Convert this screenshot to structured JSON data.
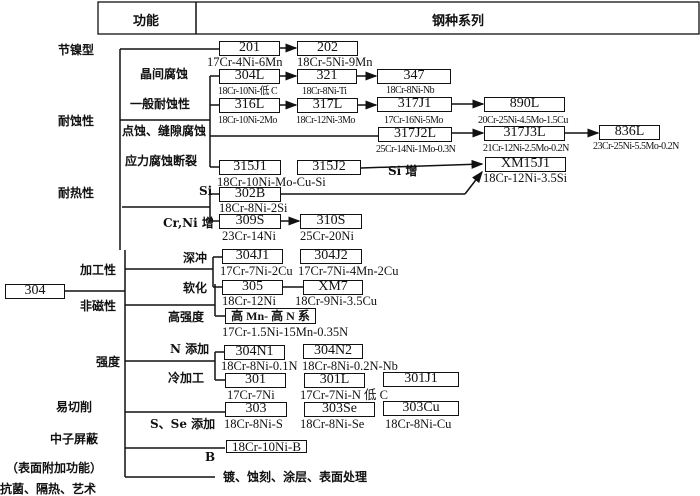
{
  "header": {
    "function": "功能",
    "series": "钢种系列"
  },
  "functions": {
    "ni_saving": "节镍型",
    "corrosion": "耐蚀性",
    "heat": "耐热性",
    "workability": "加工性",
    "nonmagnetic": "非磁性",
    "strength": "强度",
    "free_cutting": "易切削",
    "neutron": "中子屏蔽",
    "surface": "（表面附加功能）",
    "surface_items": "抗菌、隔热、艺术"
  },
  "sub": {
    "intergranular": "晶间腐蚀",
    "general": "一般耐蚀性",
    "pitting": "点蚀、缝隙腐蚀",
    "scc": "应力腐蚀断裂",
    "si": "Si",
    "crni": "Cr,Ni 增",
    "deep_draw": "深冲",
    "soften": "软化",
    "high_strength": "高强度",
    "n_add": "N 添加",
    "cold_work": "冷加工",
    "s_se": "S、Se 添加",
    "b": "B",
    "si_inc": "Si 增",
    "surface_proc": "镀、蚀刻、涂层、表面处理"
  },
  "grades": {
    "g304": "304",
    "g201": "201",
    "g202": "202",
    "g304L": "304L",
    "g321": "321",
    "g347": "347",
    "g316L": "316L",
    "g317L": "317L",
    "g317J1": "317J1",
    "g890L": "890L",
    "g317J2L": "317J2L",
    "g317J3L": "317J3L",
    "g836L": "836L",
    "g315J1": "315J1",
    "g315J2": "315J2",
    "gXM15J1": "XM15J1",
    "g302B": "302B",
    "g309S": "309S",
    "g310S": "310S",
    "g304J1": "304J1",
    "g304J2": "304J2",
    "g305": "305",
    "gXM7": "XM7",
    "gMnN": "高 Mn- 高 N 系",
    "g304N1": "304N1",
    "g304N2": "304N2",
    "g301": "301",
    "g301L": "301L",
    "g301J1": "301J1",
    "g303": "303",
    "g303Se": "303Se",
    "g303Cu": "303Cu",
    "gB": "18Cr-10Ni-B"
  },
  "comp": {
    "c201": "17Cr-4Ni-6Mn",
    "c202": "18Cr-5Ni-9Mn",
    "c304L": "18Cr-10Ni-低 C",
    "c321": "18Cr-8Ni-Ti",
    "c347": "18Cr-8Ni-Nb",
    "c316L": "18Cr-10Ni-2Mo",
    "c317L": "18Cr-12Ni-3Mo",
    "c317J1": "17Cr-16Ni-5Mo",
    "c890L": "20Cr-25Ni-4.5Mo-1.5Cu",
    "c317J2L": "25Cr-14Ni-1Mo-0.3N",
    "c317J3L": "21Cr-12Ni-2.5Mo-0.2N",
    "c836L": "23Cr-25Ni-5.5Mo-0.2N",
    "c315J1": "18Cr-10Ni-Mo-Cu-Si",
    "cXM15J1": "18Cr-12Ni-3.5Si",
    "c302B": "18Cr-8Ni-2Si",
    "c309S": "23Cr-14Ni",
    "c310S": "25Cr-20Ni",
    "c304J1": "17Cr-7Ni-2Cu",
    "c304J2": "17Cr-7Ni-4Mn-2Cu",
    "c305": "18Cr-12Ni",
    "cXM7": "18Cr-9Ni-3.5Cu",
    "cMnN": "17Cr-1.5Ni-15Mn-0.35N",
    "c304N1": "18Cr-8Ni-0.1N",
    "c304N2": "18Cr-8Ni-0.2N-Nb",
    "c301": "17Cr-7Ni",
    "c301L": "17Cr-7Ni-N 低 C",
    "c303": "18Cr-8Ni-S",
    "c303Se": "18Cr-8Ni-Se",
    "c303Cu": "18Cr-8Ni-Cu"
  }
}
